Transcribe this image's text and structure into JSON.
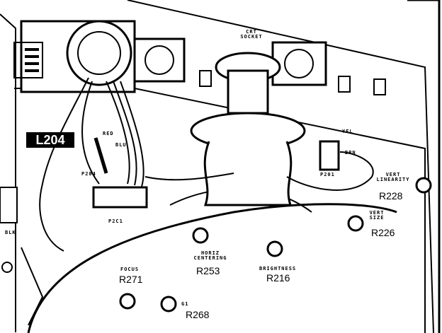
{
  "labels": {
    "coil": "L204",
    "crt_socket_line1": "CRT",
    "crt_socket_line2": "SOCKET",
    "red": "RED",
    "blu": "BLU",
    "yel": "YEL",
    "brn": "BRN",
    "p204": "P204",
    "p201_right": "P201",
    "p201_bottom": "P2C1",
    "blk": "BLK",
    "vert_linearity_line1": "VERT",
    "vert_linearity_line2": "LINEARITY",
    "vert_linearity_ref": "R228",
    "vert_size_line1": "VERT",
    "vert_size_line2": "SIZE",
    "vert_size_ref": "R226",
    "horiz_centering_line1": "HORIZ",
    "horiz_centering_line2": "CENTERING",
    "horiz_centering_ref": "R253",
    "brightness": "BRIGHTNESS",
    "brightness_ref": "R216",
    "focus": "FOCUS",
    "focus_ref": "R271",
    "g1": "G1",
    "g1_ref": "R268"
  },
  "colors": {
    "ink": "#000000",
    "paper": "#ffffff"
  }
}
